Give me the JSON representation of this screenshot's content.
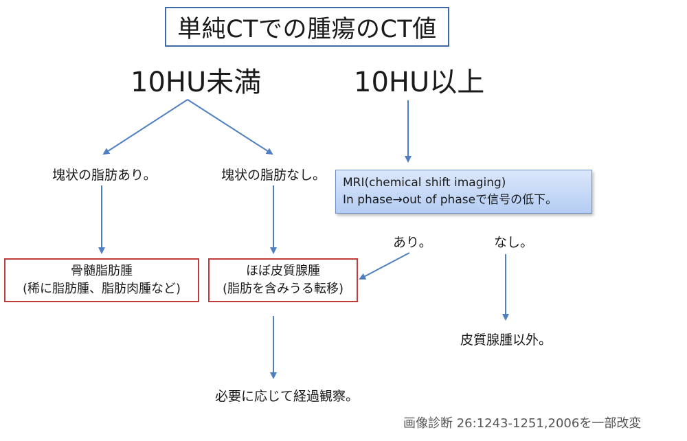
{
  "title": "単純CTでの腫瘍のCT値",
  "branches": {
    "left_heading": "10HU未満",
    "right_heading": "10HU以上"
  },
  "nodes": {
    "fat_present": "塊状の脂肪あり。",
    "fat_absent": "塊状の脂肪なし。",
    "mri_line1": "MRI(chemical shift imaging)",
    "mri_line2": "In phase→out of phaseで信号の低下。",
    "yes": "あり。",
    "no": "なし。",
    "myelolipoma_line1": "骨髄脂肪腫",
    "myelolipoma_line2": "(稀に脂肪腫、脂肪肉腫など)",
    "adenoma_line1": "ほぼ皮質腺腫",
    "adenoma_line2": "(脂肪を含みうる転移)",
    "not_adenoma": "皮質腺腫以外。",
    "follow_up": "必要に応じて経過観察。"
  },
  "citation": "画像診断 26:1243-1251,2006を一部改変",
  "colors": {
    "arrow": "#4f7fc0",
    "title_border": "#3d6aa6",
    "box_border_red": "#c23b3b",
    "mri_fill": "#c6d8f6"
  }
}
